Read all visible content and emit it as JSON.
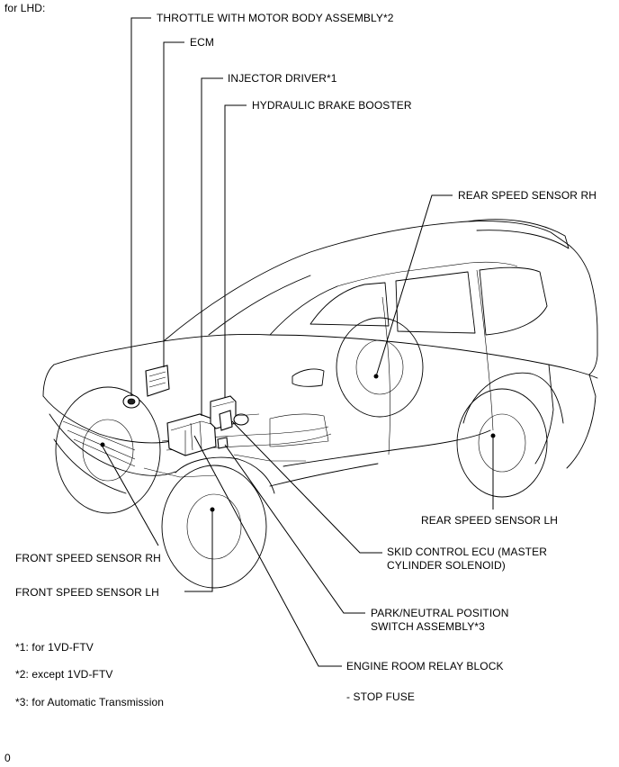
{
  "header": {
    "label": "for LHD:"
  },
  "callouts": {
    "throttle": "THROTTLE WITH MOTOR BODY ASSEMBLY*2",
    "ecm": "ECM",
    "injector_driver": "INJECTOR DRIVER*1",
    "hydraulic_brake_booster": "HYDRAULIC BRAKE BOOSTER",
    "rear_speed_sensor_rh": "REAR SPEED SENSOR RH",
    "rear_speed_sensor_lh": "REAR SPEED SENSOR LH",
    "skid_control_ecu_line1": "SKID CONTROL ECU (MASTER",
    "skid_control_ecu_line2": "CYLINDER SOLENOID)",
    "front_speed_sensor_rh": "FRONT SPEED SENSOR RH",
    "front_speed_sensor_lh": "FRONT SPEED SENSOR LH",
    "park_neutral_line1": "PARK/NEUTRAL POSITION",
    "park_neutral_line2": "SWITCH ASSEMBLY*3",
    "engine_room_relay_block": "ENGINE ROOM RELAY BLOCK",
    "stop_fuse": "- STOP FUSE"
  },
  "footnotes": {
    "note1": "*1: for 1VD-FTV",
    "note2": "*2: except 1VD-FTV",
    "note3": "*3: for Automatic Transmission"
  },
  "footer": {
    "code": "0"
  }
}
